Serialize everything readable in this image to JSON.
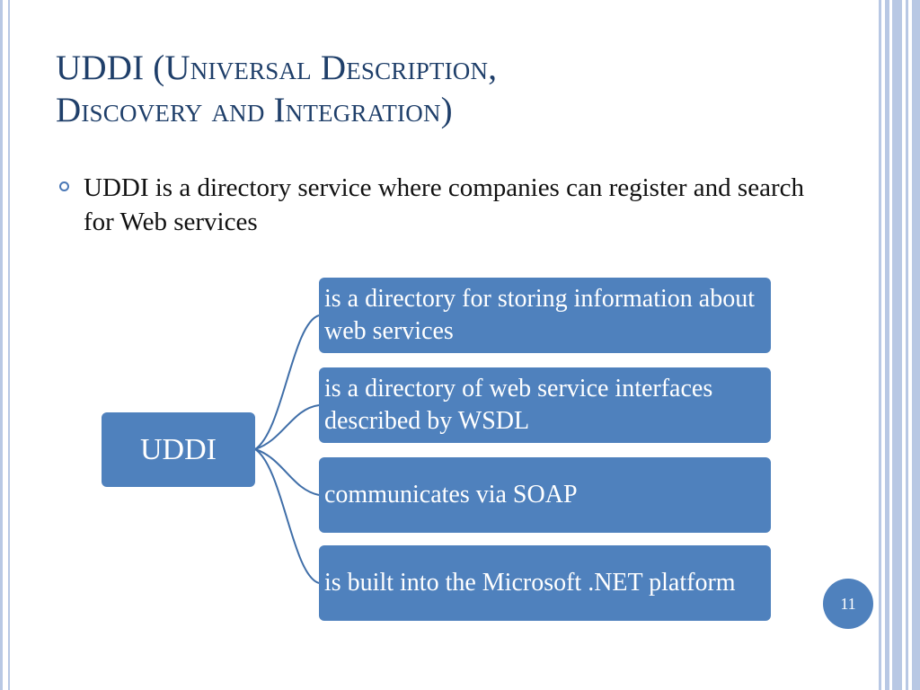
{
  "slide": {
    "title_line1": "UDDI (Universal Description,",
    "title_line2": "Discovery and Integration)",
    "bullet": "UDDI is a directory service where companies can register and search for Web services",
    "page_number": "11"
  },
  "diagram": {
    "root": "UDDI",
    "children": [
      "is a directory for storing information about web services",
      "is a directory of web service interfaces described by WSDL",
      "communicates via SOAP",
      "is built into the Microsoft .NET platform"
    ]
  },
  "colors": {
    "accent": "#4f81bd",
    "title": "#1f3f6a",
    "stripe": "#b8c8e4"
  }
}
